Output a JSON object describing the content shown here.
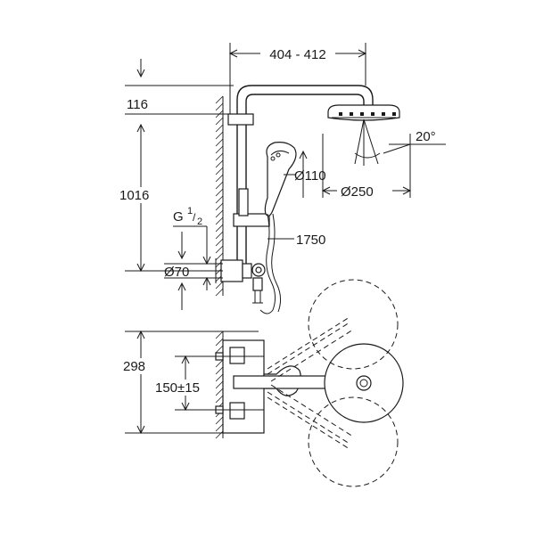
{
  "dimensions": {
    "width_range": "404 - 412",
    "top_offset": "116",
    "height": "1016",
    "thread_main": "G",
    "thread_num": "1",
    "thread_den": "2",
    "flange_dia": "Ø70",
    "hand_shower_dia": "Ø110",
    "head_shower_dia": "Ø250",
    "angle": "20°",
    "hose_length": "1750",
    "depth": "298",
    "center_distance": "150±15"
  },
  "colors": {
    "line": "#1a1a1a",
    "background": "#ffffff"
  }
}
